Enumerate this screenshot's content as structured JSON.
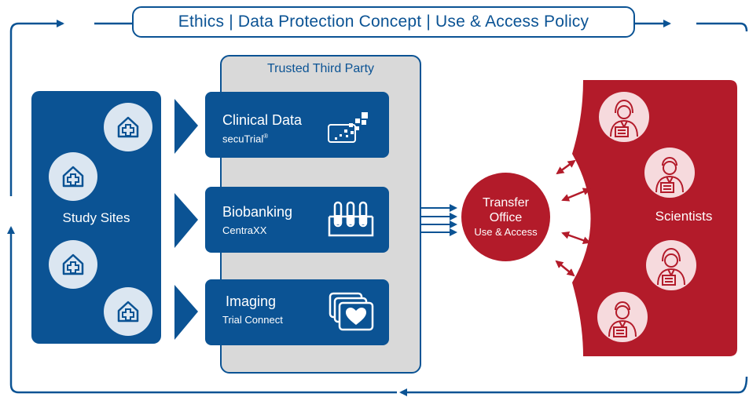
{
  "banner": {
    "text": "Ethics | Data Protection Concept | Use & Access Policy"
  },
  "study_sites": {
    "label": "Study Sites",
    "site_count": 4
  },
  "trusted_third_party": {
    "title": "Trusted Third Party",
    "modules": [
      {
        "title": "Clinical Data",
        "subtitle": "secuTrial",
        "subtitle_mark": "®",
        "icon": "pixel-data-icon"
      },
      {
        "title": "Biobanking",
        "subtitle": "CentraXX",
        "icon": "test-tubes-icon"
      },
      {
        "title": "Imaging",
        "subtitle": "Trial Connect",
        "icon": "heart-image-stack-icon"
      }
    ]
  },
  "transfer_office": {
    "line1": "Transfer",
    "line2": "Office",
    "line3": "Use & Access"
  },
  "scientists": {
    "label": "Scientists",
    "count": 4,
    "icon": "scientist-avatar-icon"
  },
  "colors": {
    "blue": "#0b5394",
    "red": "#b31b2a",
    "grey": "#d9d9d9",
    "light_blue": "#dbe6f1",
    "pink": "#f6dadd"
  }
}
